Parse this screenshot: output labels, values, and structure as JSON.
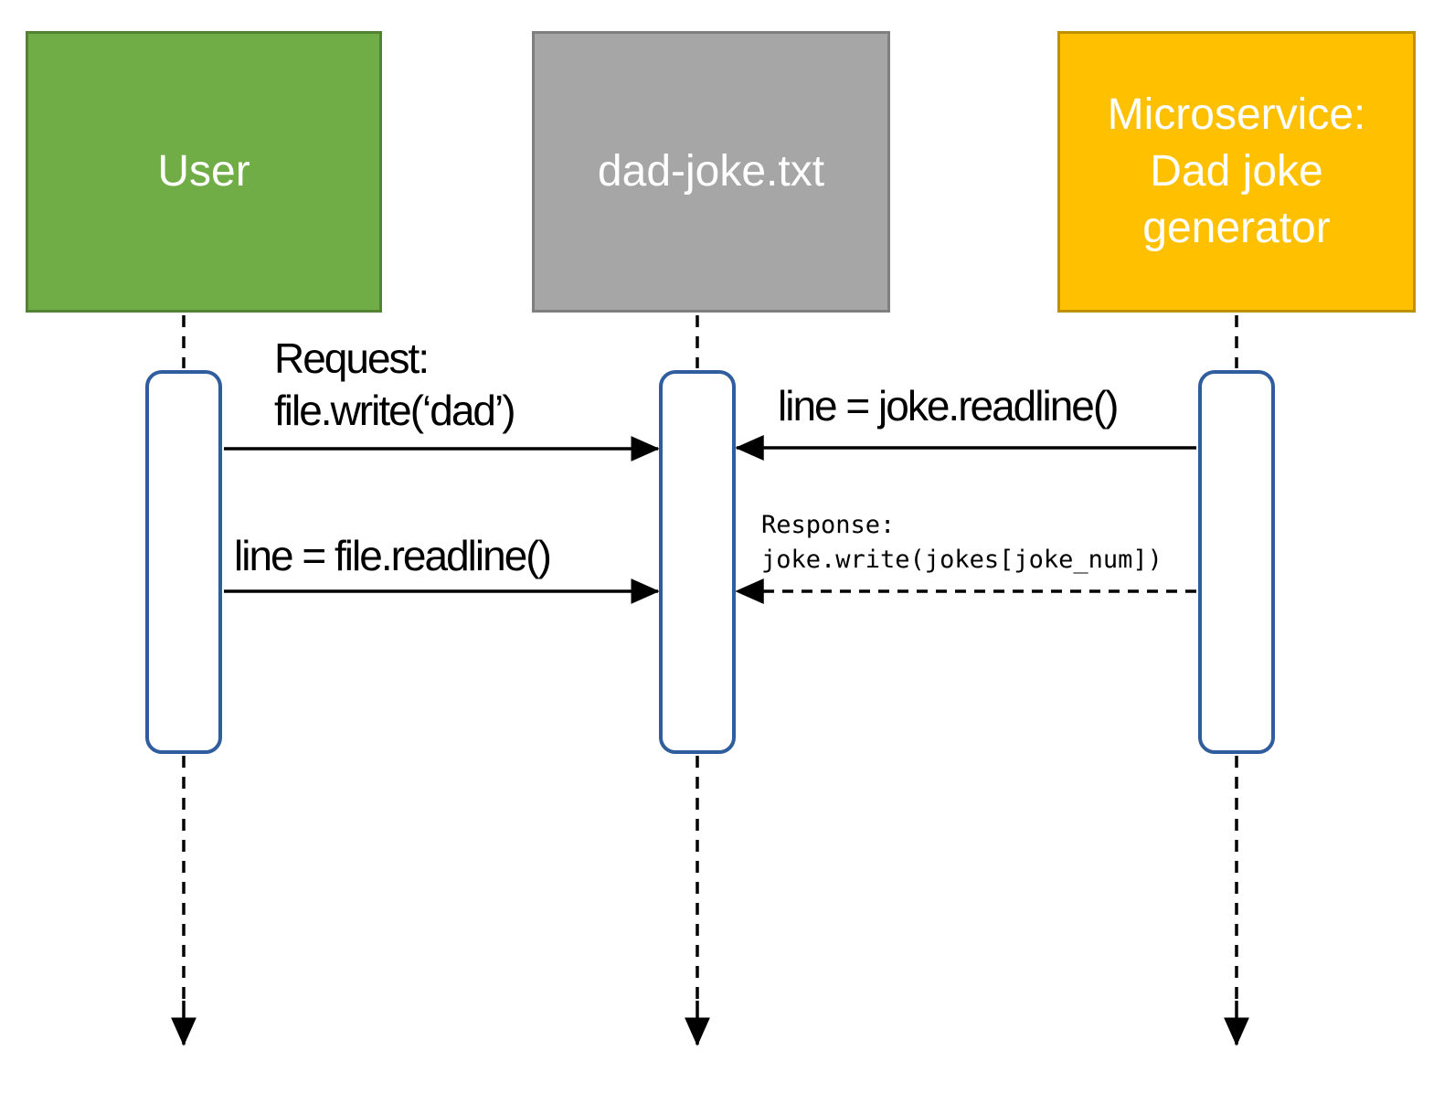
{
  "diagram": {
    "actors": [
      {
        "id": "user",
        "label": "User",
        "fill": "#70AD47",
        "border": "#538135"
      },
      {
        "id": "dad-joke-file",
        "label": "dad-joke.txt",
        "fill": "#A6A6A6",
        "border": "#7F7F7F"
      },
      {
        "id": "microservice",
        "lines": [
          "Microservice:",
          "Dad joke",
          "generator"
        ],
        "fill": "#FFC000",
        "border": "#BF9000"
      }
    ],
    "activation": {
      "fill": "#FFFFFF",
      "border": "#2F5D9E"
    },
    "messages": [
      {
        "id": "request",
        "lines": [
          "Request:",
          "file.write(‘dad’)"
        ],
        "from": "User",
        "to": "dad-joke.txt",
        "line_style": "solid"
      },
      {
        "id": "joke-readline",
        "lines": [
          "line = joke.readline()"
        ],
        "from": "Microservice: Dad joke generator",
        "to": "dad-joke.txt",
        "line_style": "solid"
      },
      {
        "id": "file-readline",
        "lines": [
          "line = file.readline()"
        ],
        "from": "User",
        "to": "dad-joke.txt",
        "line_style": "solid"
      },
      {
        "id": "response",
        "lines": [
          "Response:",
          "joke.write(jokes[joke_num])"
        ],
        "from": "Microservice: Dad joke generator",
        "to": "dad-joke.txt",
        "line_style": "dashed"
      }
    ],
    "ink": "#000000"
  }
}
